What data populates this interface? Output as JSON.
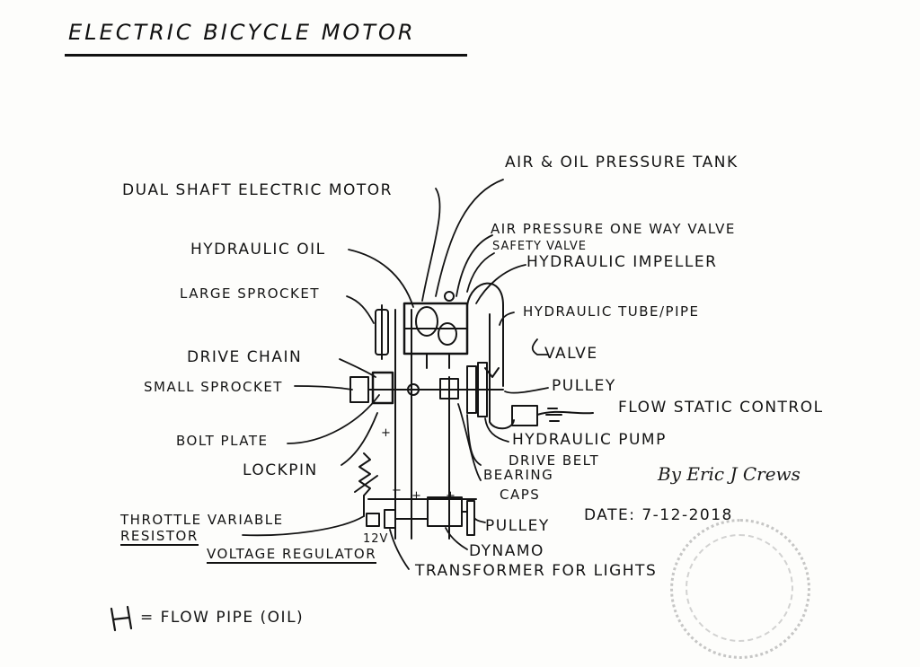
{
  "title": "ELECTRIC BICYCLE MOTOR",
  "labels": {
    "air_oil_tank": "AIR & OIL PRESSURE TANK",
    "dual_shaft_motor": "DUAL SHAFT ELECTRIC MOTOR",
    "air_pressure_valve": "AIR PRESSURE ONE WAY VALVE",
    "safety_valve": "SAFETY VALVE",
    "hydraulic_oil": "HYDRAULIC OIL",
    "hydraulic_impeller": "HYDRAULIC IMPELLER",
    "large_sprocket": "LARGE SPROCKET",
    "hydraulic_tube": "HYDRAULIC TUBE/PIPE",
    "drive_chain": "DRIVE CHAIN",
    "valve": "VALVE",
    "small_sprocket": "SMALL SPROCKET",
    "pulley_top": "PULLEY",
    "flow_static_control": "FLOW STATIC CONTROL",
    "bolt_plate": "BOLT PLATE",
    "hydraulic_pump": "HYDRAULIC PUMP",
    "drive_belt": "DRIVE BELT",
    "lockpin": "LOCKPIN",
    "bearing_caps_1": "BEARING",
    "bearing_caps_2": "CAPS",
    "throttle_1": "THROTTLE VARIABLE",
    "throttle_2": "RESISTOR",
    "voltage_12": "12V",
    "voltage_regulator": "VOLTAGE REGULATOR",
    "pulley_bottom": "PULLEY",
    "dynamo": "DYNAMO",
    "transformer": "TRANSFORMER FOR LIGHTS",
    "date": "DATE: 7-12-2018",
    "legend": "= FLOW PIPE (OIL)",
    "plus_1": "+",
    "plus_2": "+",
    "plus_3": "+",
    "minus_1": "−"
  },
  "signature": "By Eric J Crews",
  "colors": {
    "ink": "#141414",
    "paper": "#fdfdfb",
    "stamp": "#9a9a9a"
  }
}
